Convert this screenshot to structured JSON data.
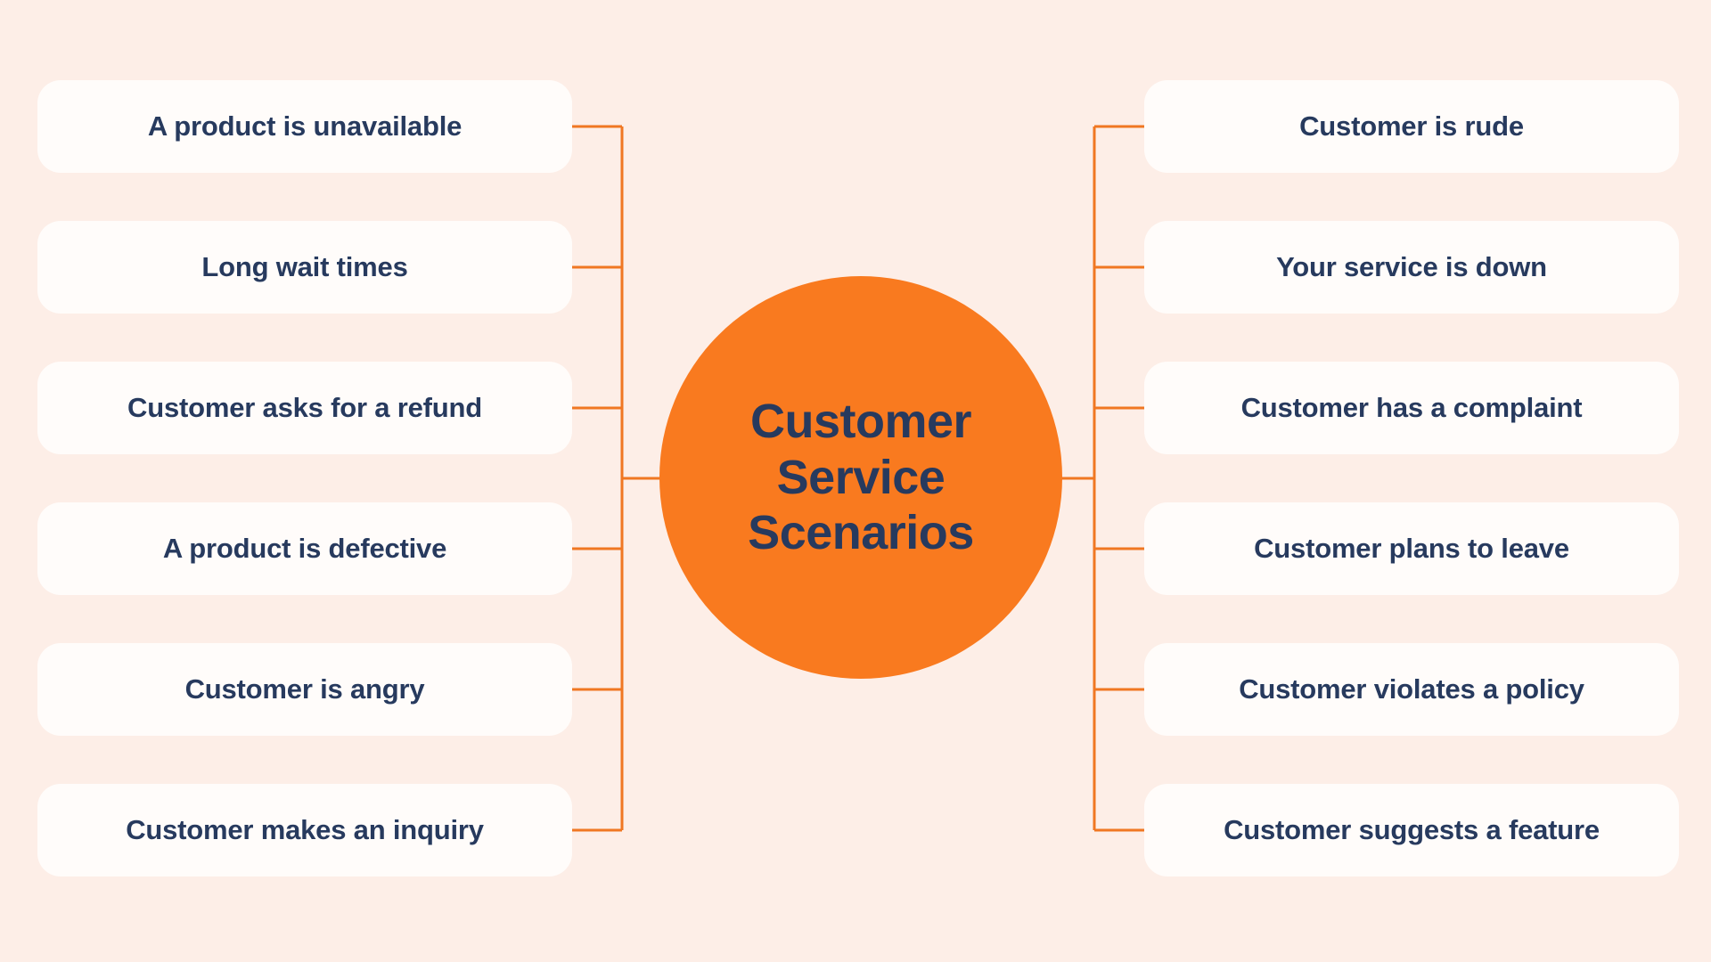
{
  "theme": {
    "background_color": "#FDEEE7",
    "card_color": "#FFFCFA",
    "accent_color": "#F97A1F",
    "connector_color": "#F07722",
    "text_color": "#273A5E"
  },
  "hub": {
    "title": "Customer\nService\nScenarios",
    "title_lines": [
      "Customer",
      "Service",
      "Scenarios"
    ]
  },
  "left_branch": {
    "items": [
      {
        "label": "A product is unavailable"
      },
      {
        "label": "Long wait times"
      },
      {
        "label": "Customer asks for a refund"
      },
      {
        "label": "A product is defective"
      },
      {
        "label": "Customer is angry"
      },
      {
        "label": "Customer makes an inquiry"
      }
    ]
  },
  "right_branch": {
    "items": [
      {
        "label": "Customer is rude"
      },
      {
        "label": "Your service is down"
      },
      {
        "label": "Customer has a complaint"
      },
      {
        "label": "Customer plans to leave"
      },
      {
        "label": "Customer violates a policy"
      },
      {
        "label": "Customer suggests a feature"
      }
    ]
  }
}
